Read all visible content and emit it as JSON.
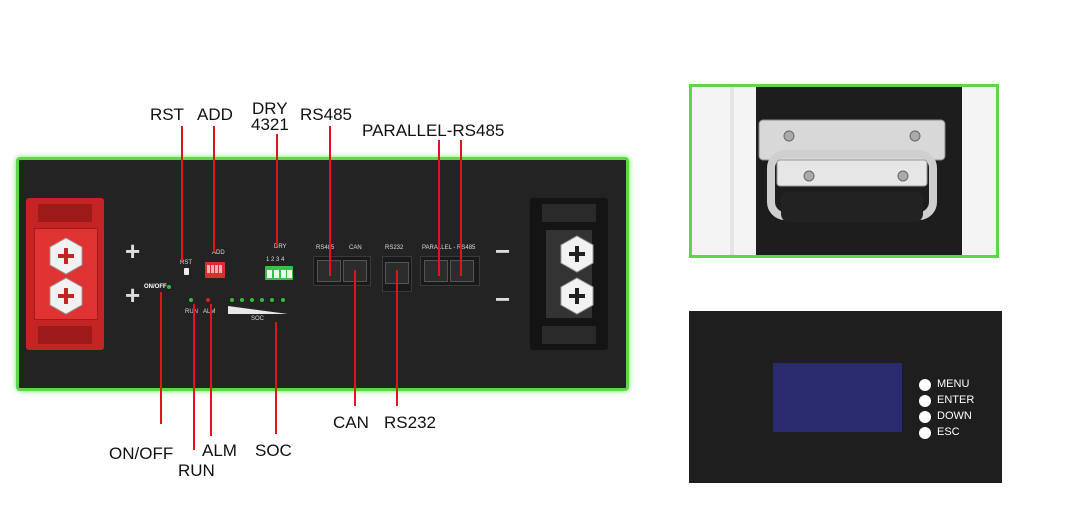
{
  "callouts": {
    "rst": "RST",
    "add": "ADD",
    "dry_line1": "DRY",
    "dry_line2": "4321",
    "rs485": "RS485",
    "parallel_rs485": "PARALLEL-RS485",
    "on_off": "ON/OFF",
    "run": "RUN",
    "alm": "ALM",
    "soc": "SOC",
    "can": "CAN",
    "rs232": "RS232"
  },
  "panel_labels": {
    "rst": "RST",
    "add": "ADD",
    "dry": "DRY",
    "dry_numbers": "1 2 3 4",
    "rs485": "RS485",
    "can": "CAN",
    "rs232": "RS232",
    "parallel_rs485": "PARALLEL - RS485",
    "on_off": "ON/OFF",
    "run": "RUN",
    "alm": "ALM",
    "soc": "SOC",
    "plus": "+",
    "minus": "−"
  },
  "display_buttons": {
    "menu": "MENU",
    "enter": "ENTER",
    "down": "DOWN",
    "esc": "ESC"
  },
  "colors": {
    "panel_border": "#5fd64a",
    "leader_line": "#e0151b",
    "positive_terminal": "#d42a2a",
    "led_green": "#2fbf38",
    "led_red": "#e02020",
    "screen": "#2a2a6e"
  }
}
